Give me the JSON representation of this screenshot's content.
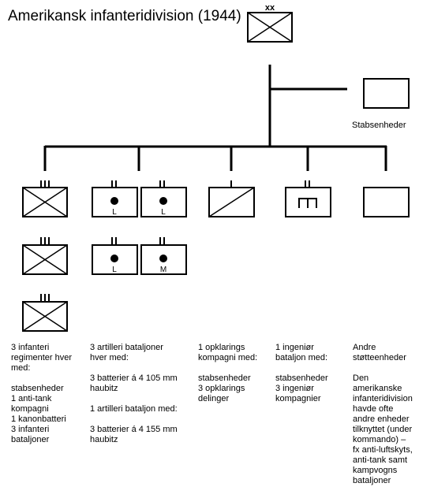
{
  "title": "Amerikansk infanteridivision (1944)",
  "division_marker": "xx",
  "staff": {
    "label": "Stabsenheder"
  },
  "artillery_units": [
    {
      "marker": "L"
    },
    {
      "marker": "L"
    },
    {
      "marker": "L"
    },
    {
      "marker": "M"
    }
  ],
  "descriptions": {
    "infantry": [
      "3 infanteri",
      "regimenter hver",
      "med:",
      "",
      "stabsenheder",
      "1 anti-tank",
      "kompagni",
      "1 kanonbatteri",
      "3 infanteri",
      "bataljoner"
    ],
    "artillery_a": [
      "3 artilleri bataljoner",
      "hver med:",
      "",
      "3 batterier á 4 105 mm",
      "haubitz"
    ],
    "artillery_b": [
      "1 artilleri bataljon med:",
      "",
      "3 batterier á 4 155 mm",
      "haubitz"
    ],
    "recon": [
      "1 opklarings",
      "kompagni med:",
      "",
      "stabsenheder",
      "3 opklarings",
      "delinger"
    ],
    "engineer": [
      "1 ingeniør",
      "bataljon med:",
      "",
      "stabsenheder",
      "3 ingeniør",
      "kompagnier"
    ],
    "support": [
      "Andre",
      "støtteenheder",
      "",
      "Den",
      "amerikanske",
      "infanteridivision",
      "havde ofte",
      "andre enheder",
      "tilknyttet (under",
      "kommando) –",
      "fx anti-luftskyts,",
      "anti-tank samt",
      "kampvogns",
      "bataljoner"
    ]
  }
}
